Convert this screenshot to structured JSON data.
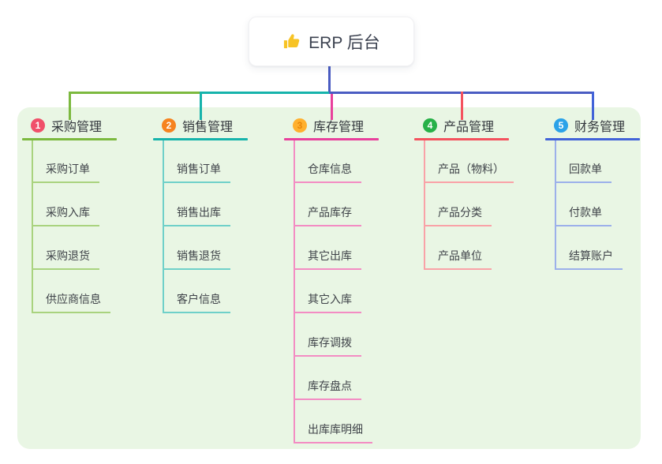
{
  "root_node": {
    "label": "ERP 后台",
    "icon": "thumbs-up-icon",
    "icon_color": "#f7c325"
  },
  "branches": [
    {
      "badge": "1",
      "label": "采购管理",
      "children": [
        "采购订单",
        "采购入库",
        "采购退货",
        "供应商信息"
      ],
      "colors": {
        "line": "#7cb93f",
        "child_line": "#a9d37e",
        "badge_bg": "#f0506a",
        "badge_text": "#ffffff"
      }
    },
    {
      "badge": "2",
      "label": "销售管理",
      "children": [
        "销售订单",
        "销售出库",
        "销售退货",
        "客户信息"
      ],
      "colors": {
        "line": "#16b3ab",
        "child_line": "#6fd0c9",
        "badge_bg": "#f6831f",
        "badge_text": "#ffffff"
      }
    },
    {
      "badge": "3",
      "label": "库存管理",
      "children": [
        "仓库信息",
        "产品库存",
        "其它出库",
        "其它入库",
        "库存调拨",
        "库存盘点",
        "出库库明细"
      ],
      "colors": {
        "line": "#e8409c",
        "child_line": "#f38cc3",
        "badge_bg": "#ffb02e",
        "badge_text": "#e8860a"
      }
    },
    {
      "badge": "4",
      "label": "产品管理",
      "children": [
        "产品（物料）",
        "产品分类",
        "产品单位"
      ],
      "colors": {
        "line": "#f4525e",
        "child_line": "#f9a2a7",
        "badge_bg": "#27b148",
        "badge_text": "#ffffff"
      }
    },
    {
      "badge": "5",
      "label": "财务管理",
      "children": [
        "回款单",
        "付款单",
        "结算账户"
      ],
      "colors": {
        "line": "#4263d8",
        "child_line": "#9cb0ea",
        "badge_bg": "#2ba2e8",
        "badge_text": "#ffffff"
      }
    }
  ],
  "connector_colors": {
    "root_line": "#4a5cc2"
  },
  "panel_color": "#e9f6e4",
  "text_color": "#3f4349"
}
